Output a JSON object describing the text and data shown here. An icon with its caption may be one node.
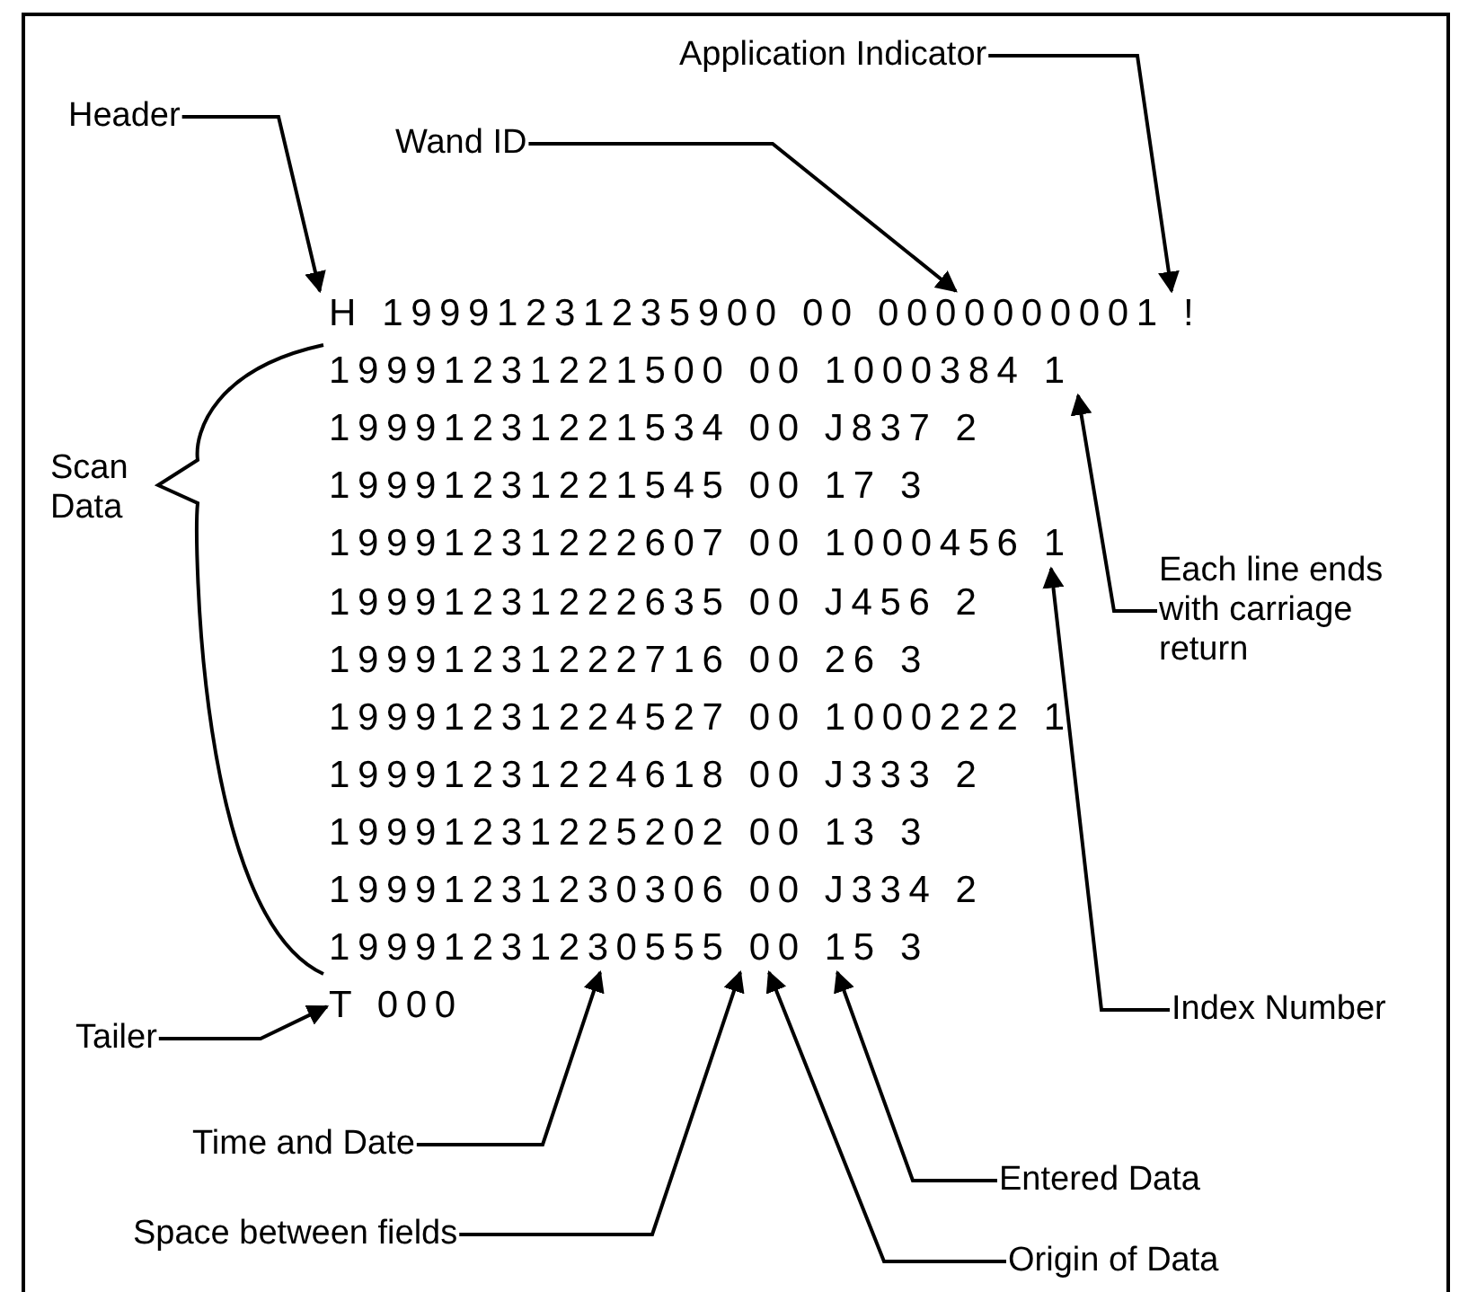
{
  "diagram": {
    "nodes": [
      {
        "text": [
          "Application Indicator"
        ]
      },
      {
        "text": [
          "Header"
        ]
      },
      {
        "text": [
          "Wand ID"
        ]
      },
      {
        "text": [
          "Each line ends with carriage return"
        ]
      },
      {
        "text": [
          "Index Number"
        ]
      },
      {
        "text": [
          "Tailer"
        ]
      },
      {
        "text": [
          "Time and Date"
        ]
      },
      {
        "text": [
          "Entered Data"
        ]
      },
      {
        "text": [
          "Space between fields"
        ]
      },
      {
        "text": [
          "Origin of Data"
        ]
      },
      {
        "text": [
          "H 19991231235900 00 0000000001 !"
        ]
      },
      {
        "text": [
          "19991231221500 00 1000384 1"
        ]
      },
      {
        "text": [
          "19991231221534 00 J837 2"
        ]
      },
      {
        "text": [
          "19991231221545 00 17 3"
        ]
      },
      {
        "text": [
          "19991231222607 00 1000456 1"
        ]
      },
      {
        "text": [
          "19991231222635 00 J456 2"
        ]
      },
      {
        "text": [
          "19991231222716 00 26 3"
        ]
      },
      {
        "text": [
          "19991231224527 00 1000222 1"
        ]
      },
      {
        "text": [
          "19991231224618 00 J333 2"
        ]
      },
      {
        "text": [
          "19991231225202 00 13 3"
        ]
      },
      {
        "text": [
          "19991231230306 00 J334 2"
        ]
      },
      {
        "text": [
          "19991231230555 00 15 3"
        ]
      },
      {
        "text": [
          "T 000"
        ]
      }
    ],
    "edges": [
      {
        "from": 0,
        "to": 10,
        "arrow": "to"
      },
      {
        "from": 1,
        "to": 10,
        "arrow": "to"
      },
      {
        "from": 2,
        "to": 10,
        "arrow": "to"
      },
      {
        "from": 3,
        "to": 11,
        "arrow": "to"
      },
      {
        "from": 4,
        "to": 14,
        "arrow": "to"
      },
      {
        "from": 5,
        "to": 22,
        "arrow": "to"
      },
      {
        "from": 6,
        "to": 21,
        "arrow": "to"
      },
      {
        "from": 7,
        "to": 21,
        "arrow": "to"
      },
      {
        "from": 8,
        "to": 21,
        "arrow": "to"
      },
      {
        "from": 9,
        "to": 21,
        "arrow": "to"
      }
    ],
    "labels": [
      "Scan Data"
    ]
  }
}
